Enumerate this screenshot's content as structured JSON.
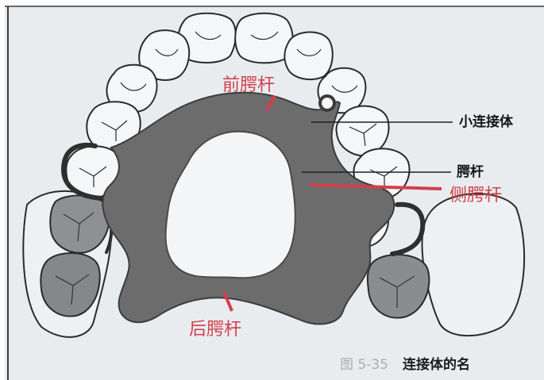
{
  "labels": {
    "anterior_bar": "前腭杆",
    "minor_connector": "小连接体",
    "palatal_bar": "腭杆",
    "lateral_bar": "侧腭杆",
    "posterior_bar": "后腭杆"
  },
  "caption": {
    "number": "图 5-35",
    "title": "连接体的名"
  },
  "colors": {
    "background": "#eaedf0",
    "plate": "#6b6b6b",
    "red": "#d23f4c",
    "outline": "#2d2d2d"
  }
}
